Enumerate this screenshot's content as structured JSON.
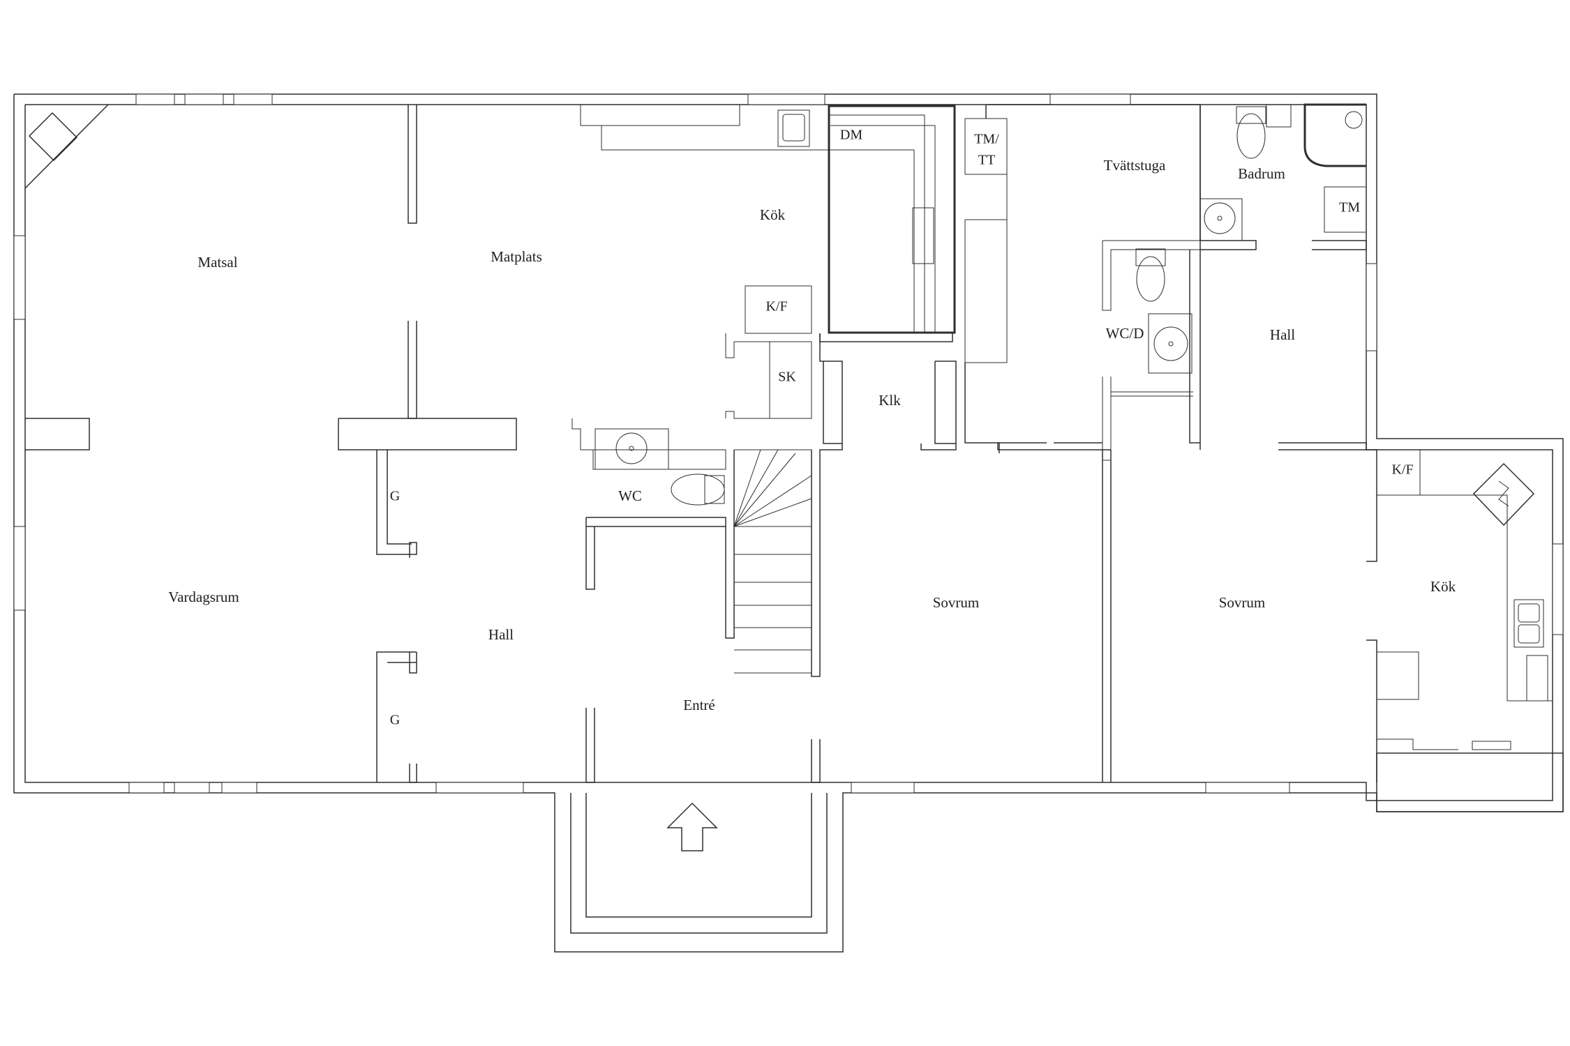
{
  "rooms": {
    "matsal": "Matsal",
    "matplats": "Matplats",
    "kok_main": "Kök",
    "vardagsrum": "Vardagsrum",
    "hall_main": "Hall",
    "entre": "Entré",
    "wc": "WC",
    "klk": "Klk",
    "sovrum_1": "Sovrum",
    "tvattstuga": "Tvättstuga",
    "wc_d": "WC/D",
    "badrum": "Badrum",
    "hall_2": "Hall",
    "sovrum_2": "Sovrum",
    "kok_2": "Kök"
  },
  "fixtures": {
    "dm": "DM",
    "kf_main": "K/F",
    "sk": "SK",
    "tm_tt_1": "TM/",
    "tm_tt_2": "TT",
    "tm_bath": "TM",
    "kf_2": "K/F",
    "g_top": "G",
    "g_bottom": "G"
  },
  "icons": {
    "entrance": "entrance-arrow-icon",
    "fireplace": "fireplace-icon",
    "stove": "stove-icon",
    "toilet": "toilet-icon",
    "sink": "sink-icon",
    "shower": "shower-icon",
    "kitchen_sink": "kitchen-sink-icon"
  }
}
